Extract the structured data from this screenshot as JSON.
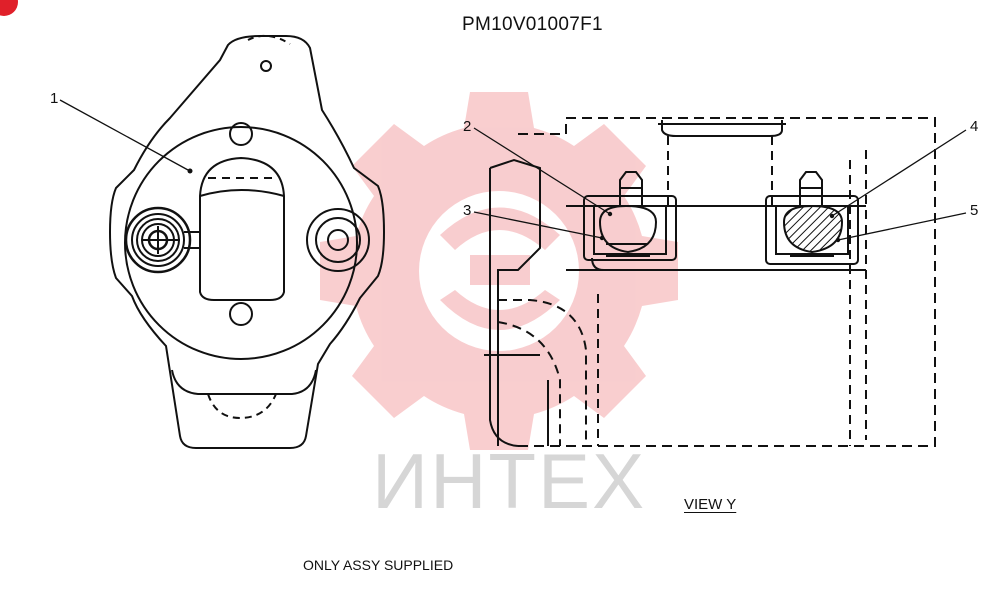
{
  "drawing": {
    "title": "PM10V01007F1",
    "view_label": "VIEW Y",
    "note": "ONLY ASSY SUPPLIED",
    "callouts": [
      "1",
      "2",
      "3",
      "4",
      "5"
    ]
  },
  "watermark": {
    "text": "ИНТЕХ",
    "gear_color": "#f4a6a8",
    "text_color": "#d6d6d6"
  },
  "colors": {
    "line": "#111111",
    "corner_badge": "#e0202a"
  }
}
